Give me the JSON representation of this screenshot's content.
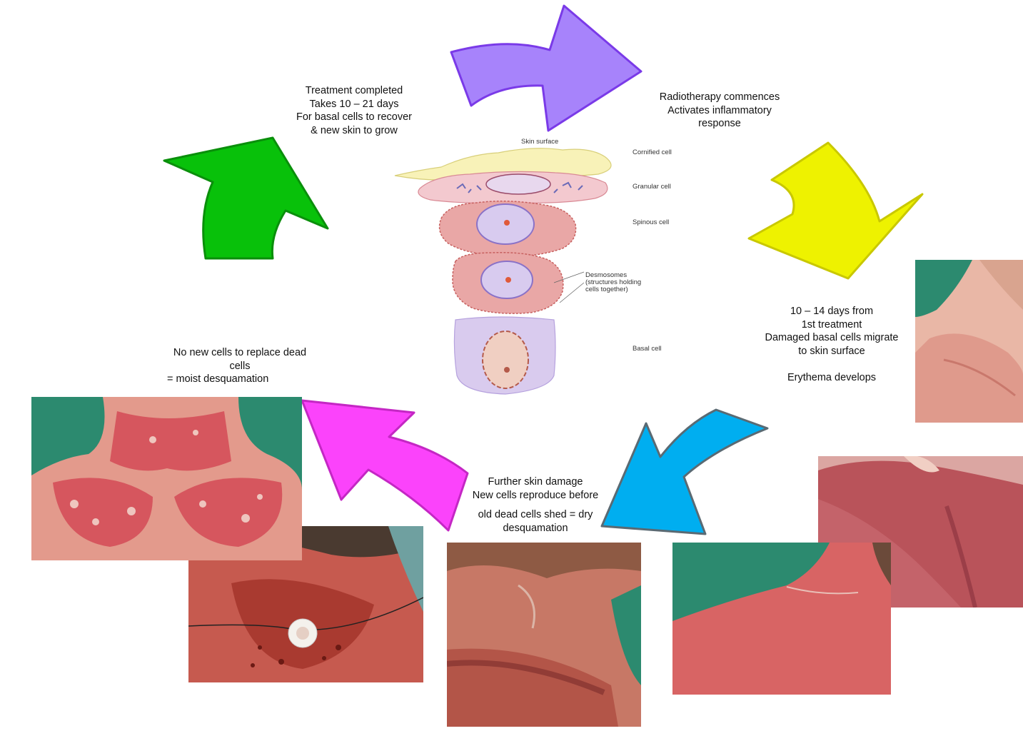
{
  "stages": {
    "radiotherapy": {
      "lines": [
        "Radiotherapy commences",
        "Activates inflammatory",
        "response"
      ]
    },
    "erythema": {
      "lines": [
        "10 – 14 days from",
        "1st treatment",
        "Damaged basal cells migrate",
        "to skin surface",
        "",
        "Erythema develops"
      ]
    },
    "dry": {
      "lines": [
        "Further skin damage",
        "New cells reproduce before",
        "old dead cells shed = dry",
        "desquamation"
      ]
    },
    "moist": {
      "lines": [
        "No new cells to replace dead",
        "cells",
        "= moist desquamation"
      ]
    },
    "recovery": {
      "lines": [
        "Treatment completed",
        "Takes 10 – 21 days",
        "For basal cells to recover",
        "& new skin to grow"
      ]
    }
  },
  "skin_diagram": {
    "labels": {
      "surface": "Skin surface",
      "cornified": "Cornified cell",
      "granular": "Granular cell",
      "spinous": "Spinous cell",
      "desmosomes_1": "Desmosomes",
      "desmosomes_2": "(structures holding",
      "desmosomes_3": "cells together)",
      "basal": "Basal cell"
    }
  },
  "colors": {
    "arrow_purple": "#a783fb",
    "arrow_yellow": "#eef200",
    "arrow_blue": "#00aef0",
    "arrow_magenta": "#fb43fb",
    "arrow_green": "#08c10a",
    "photo_backdrop": "#2c8a6f",
    "skin_red": "#d45a55"
  }
}
